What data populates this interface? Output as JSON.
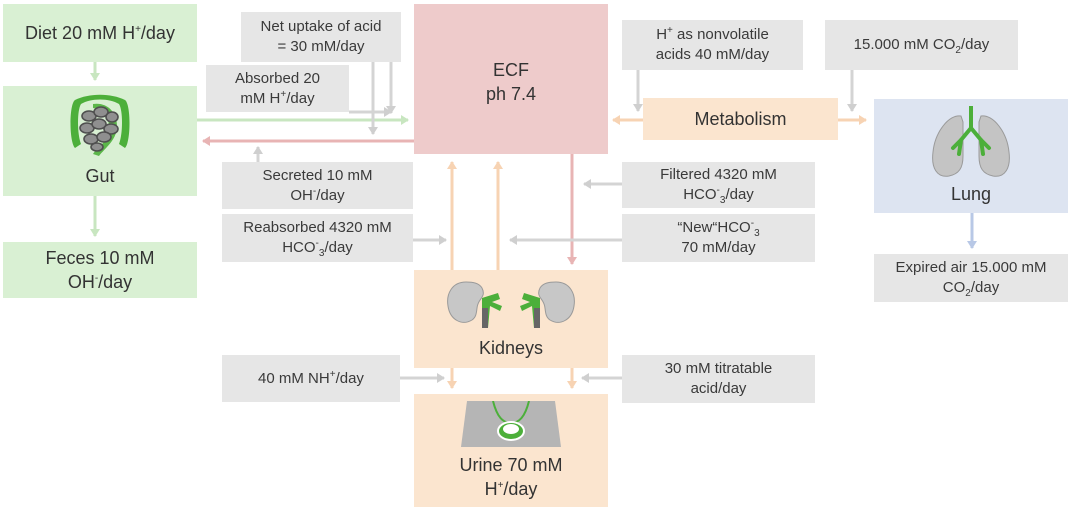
{
  "boxes": {
    "diet": {
      "l1": "Diet 20 mM H",
      "l1_sup": "+",
      "l1_end": "/day"
    },
    "gut": {
      "label": "Gut"
    },
    "feces": {
      "l1": "Feces 10 mM",
      "l2": "OH",
      "l2_sup": "-",
      "l2_end": "/day"
    },
    "net_uptake": {
      "l1": "Net uptake of acid",
      "l2": "= 30 mM/day"
    },
    "absorbed": {
      "l1": "Absorbed 20",
      "l2": "mM H",
      "l2_sup": "+",
      "l2_end": "/day"
    },
    "ecf": {
      "l1": "ECF",
      "l2": "ph 7.4"
    },
    "secreted": {
      "l1": "Secreted 10 mM",
      "l2": "OH",
      "l2_sup": "-",
      "l2_end": "/day"
    },
    "reabsorbed": {
      "l1": "Reabsorbed 4320 mM",
      "l2": "HCO",
      "l2_sup": "-",
      "l2_sub": "3",
      "l2_end": "/day"
    },
    "nh4": {
      "l1": "40 mM NH",
      "l1_sup": "+",
      "l1_end": "/day"
    },
    "h_nonvolatile": {
      "l1_start": "H",
      "l1_sup": "+",
      "l1": " as nonvolatile",
      "l2": "acids 40 mM/day"
    },
    "co2": {
      "l1": "15.000 mM CO",
      "l1_sub": "2",
      "l1_end": "/day"
    },
    "metabolism": {
      "label": "Metabolism"
    },
    "lung": {
      "label": "Lung"
    },
    "filtered": {
      "l1": "Filtered 4320 mM",
      "l2": "HCO",
      "l2_sup": "-",
      "l2_sub": "3",
      "l2_end": "/day"
    },
    "new_hco3": {
      "l1": "“New“HCO",
      "l1_sup": "-",
      "l1_sub": "3",
      "l2": "70 mM/day"
    },
    "expired": {
      "l1": "Expired air 15.000 mM",
      "l2": "CO",
      "l2_sub": "2",
      "l2_end": "/day"
    },
    "kidneys": {
      "label": "Kidneys"
    },
    "titratable": {
      "l1": "30 mM titratable",
      "l2": "acid/day"
    },
    "urine": {
      "l1": "Urine 70 mM",
      "l2": "H",
      "l2_sup": "+",
      "l2_end": "/day"
    }
  },
  "colors": {
    "green_box": "#d9f0d3",
    "ecf_box": "#eecbcb",
    "peach_box": "#fbe5cf",
    "lung_box": "#dde4f1",
    "grey_box": "#e6e6e6",
    "green_arrow": "#c8e6c0",
    "red_arrow": "#e8b4b4",
    "peach_arrow": "#f7d3b3",
    "grey_arrow": "#d4d4d4",
    "blue_arrow": "#b8c8e6",
    "organ_green": "#4caf3a"
  },
  "icons": [
    "gut-illustration",
    "lung-illustration",
    "kidneys-illustration",
    "bladder-illustration"
  ]
}
